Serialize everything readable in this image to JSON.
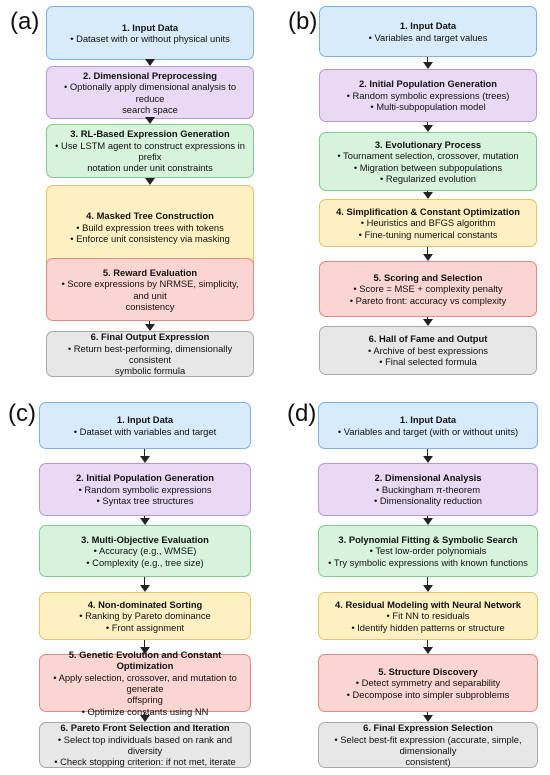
{
  "panels": [
    {
      "label": "(a)",
      "boxes": [
        {
          "color": "blue",
          "title": "1. Input Data",
          "lines": [
            "• Dataset with or without physical units"
          ]
        },
        {
          "color": "purple",
          "title": "2. Dimensional Preprocessing",
          "lines": [
            "• Optionally apply dimensional analysis to reduce",
            "search space"
          ]
        },
        {
          "color": "green",
          "title": "3. RL-Based Expression Generation",
          "lines": [
            "• Use LSTM agent to construct expressions in prefix",
            "notation under unit constraints"
          ]
        },
        {
          "color": "yellow",
          "title": "4. Masked Tree Construction",
          "lines": [
            "• Build expression trees with tokens",
            "• Enforce unit consistency via masking"
          ]
        },
        {
          "color": "red",
          "title": "5. Reward Evaluation",
          "lines": [
            "• Score expressions by NRMSE, simplicity, and unit",
            "consistency"
          ]
        },
        {
          "color": "gray",
          "title": "6. Final Output Expression",
          "lines": [
            "• Return best-performing, dimensionally consistent",
            "symbolic formula"
          ]
        }
      ]
    },
    {
      "label": "(b)",
      "boxes": [
        {
          "color": "blue",
          "title": "1. Input Data",
          "lines": [
            "• Variables and target values"
          ]
        },
        {
          "color": "purple",
          "title": "2. Initial Population Generation",
          "lines": [
            "• Random symbolic expressions (trees)",
            "• Multi-subpopulation model"
          ]
        },
        {
          "color": "green",
          "title": "3. Evolutionary Process",
          "lines": [
            "• Tournament selection, crossover, mutation",
            "• Migration between subpopulations",
            "• Regularized evolution"
          ]
        },
        {
          "color": "yellow",
          "title": "4. Simplification & Constant Optimization",
          "lines": [
            "• Heuristics and BFGS algorithm",
            "• Fine-tuning numerical constants"
          ]
        },
        {
          "color": "red",
          "title": "5. Scoring and Selection",
          "lines": [
            "• Score = MSE + complexity penalty",
            "• Pareto front: accuracy vs complexity"
          ]
        },
        {
          "color": "gray",
          "title": "6. Hall of Fame and Output",
          "lines": [
            "• Archive of best expressions",
            "• Final selected formula"
          ]
        }
      ]
    },
    {
      "label": "(c)",
      "boxes": [
        {
          "color": "blue",
          "title": "1. Input Data",
          "lines": [
            "• Dataset with variables and target"
          ]
        },
        {
          "color": "purple",
          "title": "2. Initial Population Generation",
          "lines": [
            "• Random symbolic expressions",
            "• Syntax tree structures"
          ]
        },
        {
          "color": "green",
          "title": "3. Multi-Objective Evaluation",
          "lines": [
            "• Accuracy (e.g., WMSE)",
            "• Complexity (e.g., tree size)"
          ]
        },
        {
          "color": "yellow",
          "title": "4. Non-dominated Sorting",
          "lines": [
            "• Ranking by Pareto dominance",
            "• Front assignment"
          ]
        },
        {
          "color": "red",
          "title": "5. Genetic Evolution and Constant Optimization",
          "lines": [
            "• Apply selection, crossover, and mutation to generate",
            "offspring",
            "• Optimize constants using NN"
          ]
        },
        {
          "color": "gray",
          "title": "6. Pareto Front Selection and Iteration",
          "lines": [
            "• Select top individuals based on rank and diversity",
            "• Check stopping criterion: if not met, iterate"
          ]
        }
      ]
    },
    {
      "label": "(d)",
      "boxes": [
        {
          "color": "blue",
          "title": "1. Input Data",
          "lines": [
            "• Variables and target (with or without units)"
          ]
        },
        {
          "color": "purple",
          "title": "2. Dimensional Analysis",
          "lines": [
            "• Buckingham π-theorem",
            "• Dimensionality reduction"
          ]
        },
        {
          "color": "green",
          "title": "3. Polynomial Fitting & Symbolic Search",
          "lines": [
            "• Test low-order polynomials",
            "• Try symbolic expressions with known functions"
          ]
        },
        {
          "color": "yellow",
          "title": "4. Residual Modeling with Neural Network",
          "lines": [
            "• Fit NN to residuals",
            "• Identify hidden patterns or structure"
          ]
        },
        {
          "color": "red",
          "title": "5. Structure Discovery",
          "lines": [
            "• Detect symmetry and separability",
            "• Decompose into simpler subproblems"
          ]
        },
        {
          "color": "gray",
          "title": "6. Final Expression Selection",
          "lines": [
            "• Select best-fit expression (accurate, simple, dimensionally",
            "consistent)"
          ]
        }
      ]
    }
  ]
}
